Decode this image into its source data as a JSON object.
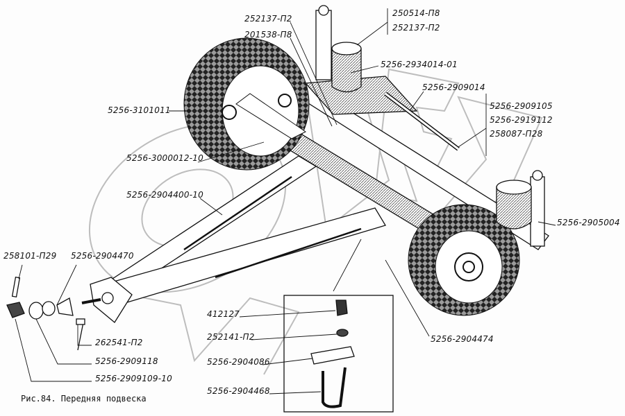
{
  "caption": "Рис.84. Передняя подвеска",
  "watermark": "OPEX",
  "callouts": {
    "c252137_top": "252137-П2",
    "c201538": "201538-П8",
    "c250514": "250514-П8",
    "c252137_right": "252137-П2",
    "c2934014": "5256-2934014-01",
    "c2909014": "5256-2909014",
    "c2909105": "5256-2909105",
    "c2919112": "5256-2919112",
    "c258087": "258087-П28",
    "c3101011": "5256-3101011",
    "c3000012": "5256-3000012-10",
    "c2904400": "5256-2904400-10",
    "c2905004": "5256-2905004",
    "c258101": "258101-П29",
    "c2904470": "5256-2904470",
    "c412127": "412127",
    "c252141": "252141-П2",
    "c262541": "262541-П2",
    "c2904086": "5256-2904086",
    "c2909118": "5256-2909118",
    "c2909109": "5256-2909109-10",
    "c2904468": "5256-2904468",
    "c2904474": "5256-2904474"
  },
  "colors": {
    "ink": "#111111",
    "watermark": "#bdbdbd",
    "paper": "#fdfdfd"
  }
}
